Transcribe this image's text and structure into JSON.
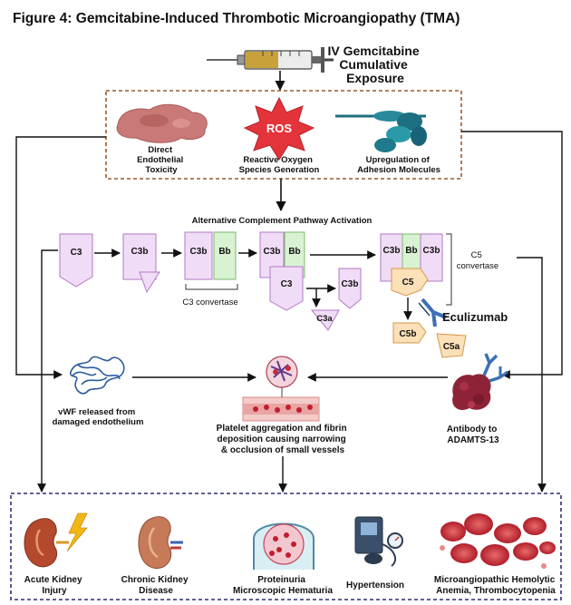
{
  "title": "Figure 4: Gemcitabine-Induced Thrombotic Microangiopathy (TMA)",
  "exposure": [
    "IV Gemcitabine",
    "Cumulative",
    "Exposure"
  ],
  "top_box": {
    "direct": [
      "Direct",
      "Endothelial",
      "Toxicity"
    ],
    "ros_badge": "ROS",
    "ros": [
      "Reactive Oxygen",
      "Species Generation"
    ],
    "adhesion": [
      "Upregulation of",
      "Adhesion Molecules"
    ]
  },
  "complement": {
    "title": "Alternative Complement Pathway Activation",
    "c3": "C3",
    "c3b": "C3b",
    "bb": "Bb",
    "c3a": "C3a",
    "c5": "C5",
    "c5b": "C5b",
    "c5a": "C5a",
    "c3_convertase": "C3 convertase",
    "c5_convertase": [
      "C5",
      "convertase"
    ],
    "eculizumab": "Eculizumab"
  },
  "mid": {
    "vwf": [
      "vWF released from",
      "damaged endothelium"
    ],
    "platelet": [
      "Platelet aggregation and fibrin",
      "deposition causing narrowing",
      "& occlusion of small vessels"
    ],
    "antibody": [
      "Antibody to",
      "ADAMTS-13"
    ]
  },
  "outcomes": {
    "aki": [
      "Acute Kidney",
      "Injury"
    ],
    "ckd": [
      "Chronic Kidney",
      "Disease"
    ],
    "proteinuria": [
      "Proteinuria",
      "Microscopic Hematuria"
    ],
    "hypertension": "Hypertension",
    "maha": [
      "Microangiopathic Hemolytic",
      "Anemia, Thrombocytopenia"
    ]
  },
  "colors": {
    "box_border": "#9a5a2e",
    "bottom_border": "#2f2f7a",
    "complement_fill": "#f1dcf7",
    "complement_stroke": "#b07ac4",
    "bb_fill": "#d9f2d2",
    "bb_stroke": "#7dbb6e",
    "c5_fill": "#fbe0b8",
    "c5_stroke": "#d29a4e",
    "ros_red": "#e2343a",
    "antibody_blue": "#3b6fb6"
  }
}
